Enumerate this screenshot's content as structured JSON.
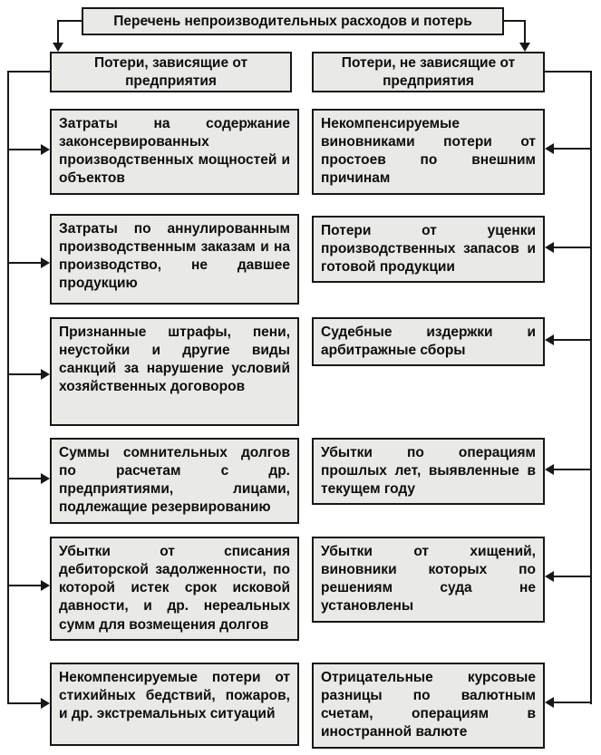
{
  "title": "Перечень непроизводительных расходов и потерь",
  "columns": {
    "left": {
      "header": "Потери, зависящие от предприятия",
      "items": [
        "Затраты на содержание законсервированных производственных мощностей и объектов",
        "Затраты по аннулированным производственным заказам и на производство, не давшее продукцию",
        "Признанные штрафы, пени, неустойки и другие виды санкций за нарушение условий хозяйственных договоров",
        "Суммы сомнительных долгов по расчетам с др. предприятиями, лицами, подлежащие резервированию",
        "Убытки от списания дебиторской задолженности, по которой истек срок исковой давности, и др. нереальных сумм для возмещения долгов",
        "Некомпенсируемые потери от стихийных бедствий, пожаров, и др. экстремальных ситуаций"
      ]
    },
    "right": {
      "header": "Потери, не зависящие от предприятия",
      "items": [
        "Некомпенсируемые виновниками потери от простоев по внешним причинам",
        "Потери от уценки производственных запасов и готовой продукции",
        "Судебные издержки и арбитражные сборы",
        "Убытки по операциям прошлых лет, выявленные в текущем году",
        "Убытки от хищений, виновники которых по решениям суда не установлены",
        "Отрицательные курсовые разницы по валютным счетам, операциям в иностранной валюте"
      ]
    }
  },
  "colors": {
    "box_fill": "#e9e9e6",
    "line": "#171717",
    "background": "#ffffff"
  }
}
